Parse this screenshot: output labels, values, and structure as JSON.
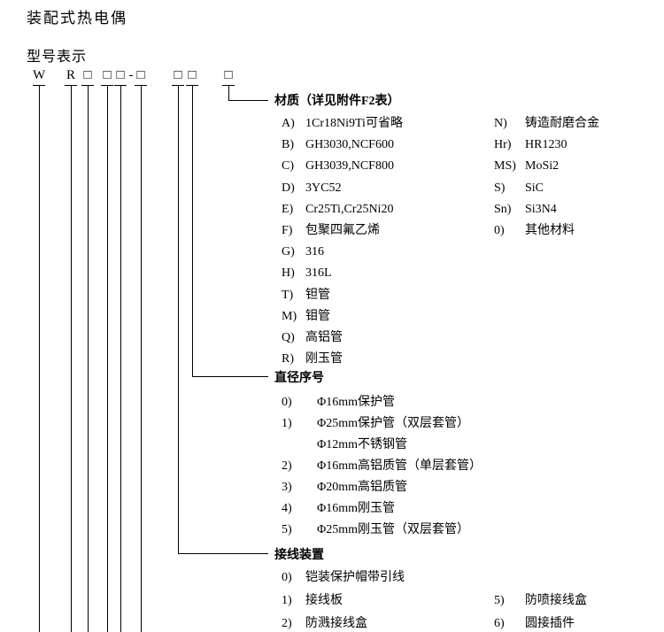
{
  "colors": {
    "text": "#000000",
    "background": "#ffffff"
  },
  "doc_title": "装配式热电偶",
  "model_label": "型号表示",
  "code": {
    "display": "W R □ □□-□ □□ □",
    "symbols": [
      "W",
      "R",
      "□",
      "□",
      "□",
      "-",
      "□",
      "□",
      "□",
      "□"
    ]
  },
  "sections": {
    "material": {
      "title": "材质（详见附件F2表）",
      "left_items": [
        {
          "code": "A)",
          "text": "1Cr18Ni9Ti可省略"
        },
        {
          "code": "B)",
          "text": "GH3030,NCF600"
        },
        {
          "code": "C)",
          "text": "GH3039,NCF800"
        },
        {
          "code": "D)",
          "text": "3YC52"
        },
        {
          "code": "E)",
          "text": "Cr25Ti,Cr25Ni20"
        },
        {
          "code": "F)",
          "text": "包聚四氟乙烯"
        },
        {
          "code": "G)",
          "text": "316"
        },
        {
          "code": "H)",
          "text": "316L"
        },
        {
          "code": "T)",
          "text": "钽管"
        },
        {
          "code": "M)",
          "text": "钼管"
        },
        {
          "code": "Q)",
          "text": "高铝管"
        },
        {
          "code": "R)",
          "text": "刚玉管"
        }
      ],
      "right_items": [
        {
          "code": "N)",
          "text": "铸造耐磨合金"
        },
        {
          "code": "Hr)",
          "text": "HR1230"
        },
        {
          "code": "MS)",
          "text": "MoSi2"
        },
        {
          "code": "S)",
          "text": "SiC"
        },
        {
          "code": "Sn)",
          "text": "Si3N4"
        },
        {
          "code": "0)",
          "text": "其他材料"
        }
      ]
    },
    "diameter": {
      "title": "直径序号",
      "items": [
        {
          "code": "0)",
          "text": "Φ16mm保护管"
        },
        {
          "code": "1)",
          "text": "Φ25mm保护管（双层套管）"
        },
        {
          "code": "",
          "text": "Φ12mm不锈钢管"
        },
        {
          "code": "2)",
          "text": "Φ16mm高铝质管（单层套管）"
        },
        {
          "code": "3)",
          "text": "Φ20mm高铝质管"
        },
        {
          "code": "4)",
          "text": "Φ16mm刚玉管"
        },
        {
          "code": "5)",
          "text": "Φ25mm刚玉管（双层套管）"
        }
      ]
    },
    "wiring": {
      "title": "接线装置",
      "left_items": [
        {
          "code": "0)",
          "text": "铠装保护帽带引线"
        },
        {
          "code": "1)",
          "text": "接线板"
        },
        {
          "code": "2)",
          "text": "防溅接线盒"
        }
      ],
      "right_items": [
        {
          "code": "5)",
          "text": "防喷接线盒"
        },
        {
          "code": "6)",
          "text": "圆接插件"
        }
      ]
    }
  }
}
